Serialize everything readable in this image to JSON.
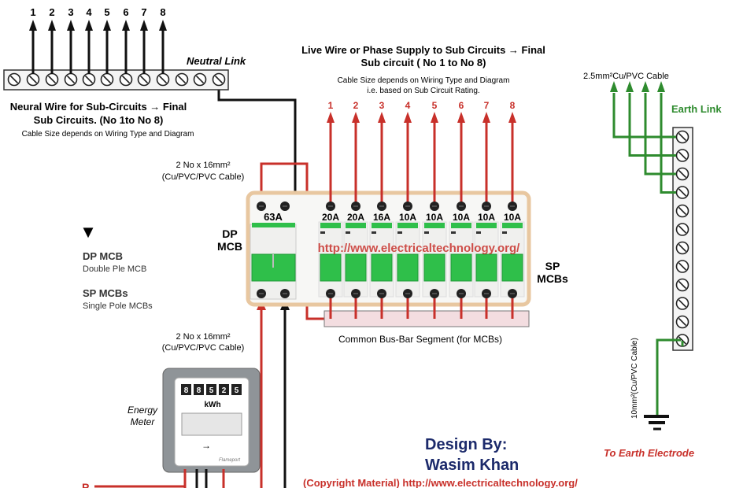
{
  "neutral": {
    "label": "Neutral Link",
    "circuit_numbers": [
      "1",
      "2",
      "3",
      "4",
      "5",
      "6",
      "7",
      "8"
    ],
    "title_line1": "Neural Wire for Sub-Circuits → Final",
    "title_line2": "Sub Circuits. (No 1to No 8)",
    "note": "Cable Size depends on Wiring Type and Diagram"
  },
  "live": {
    "title_line1": "Live Wire or Phase Supply to Sub Circuits → Final",
    "title_line2": "Sub circuit ( No 1 to No 8)",
    "note_line1": "Cable Size depends on Wiring Type and Diagram",
    "note_line2": "i.e. based on Sub Circuit Rating.",
    "circuit_numbers": [
      "1",
      "2",
      "3",
      "4",
      "5",
      "6",
      "7",
      "8"
    ]
  },
  "board": {
    "dp_rating": "63A",
    "sp_ratings": [
      "20A",
      "20A",
      "16A",
      "10A",
      "10A",
      "10A",
      "10A",
      "10A"
    ],
    "watermark": "http://www.electricaltechnology.org/",
    "dp_label_1": "DP",
    "dp_label_2": "MCB",
    "sp_label_1": "SP",
    "sp_label_2": "MCBs",
    "busbar_label": "Common Bus-Bar Segment (for MCBs)"
  },
  "cables": {
    "top_line1": "2 No x 16mm²",
    "top_line2": "(Cu/PVC/PVC Cable)",
    "bottom_line1": "2 No x 16mm²",
    "bottom_line2": "(Cu/PVC/PVC Cable)"
  },
  "legend": {
    "marker": "▼",
    "dp_title": "DP MCB",
    "dp_desc": "Double Ple MCB",
    "sp_title": "SP MCBs",
    "sp_desc": "Single Pole MCBs"
  },
  "meter": {
    "label_line1": "Energy",
    "label_line2": "Meter",
    "reading": [
      "8",
      "8",
      "5",
      "2",
      "5"
    ],
    "unit": "kWh",
    "brand": "Flameport"
  },
  "supply": {
    "phase_label": "P"
  },
  "earth": {
    "cable_label": "2.5mm²Cu/PVC  Cable",
    "link_label": "Earth Link",
    "main_cable_label": "10mm²(Cu/PVC Cable)",
    "electrode_label": "To Earth Electrode"
  },
  "credits": {
    "design_by": "Design By:",
    "author": "Wasim Khan",
    "copyright": "(Copyright Material) http://www.electricaltechnology.org/"
  },
  "colors": {
    "live": "#c8302a",
    "neutral": "#111111",
    "earth": "#2e8b2e",
    "mcb_green": "#2fbf4a",
    "panel_border": "#e8c7a0",
    "design_text": "#1c2a6b"
  }
}
